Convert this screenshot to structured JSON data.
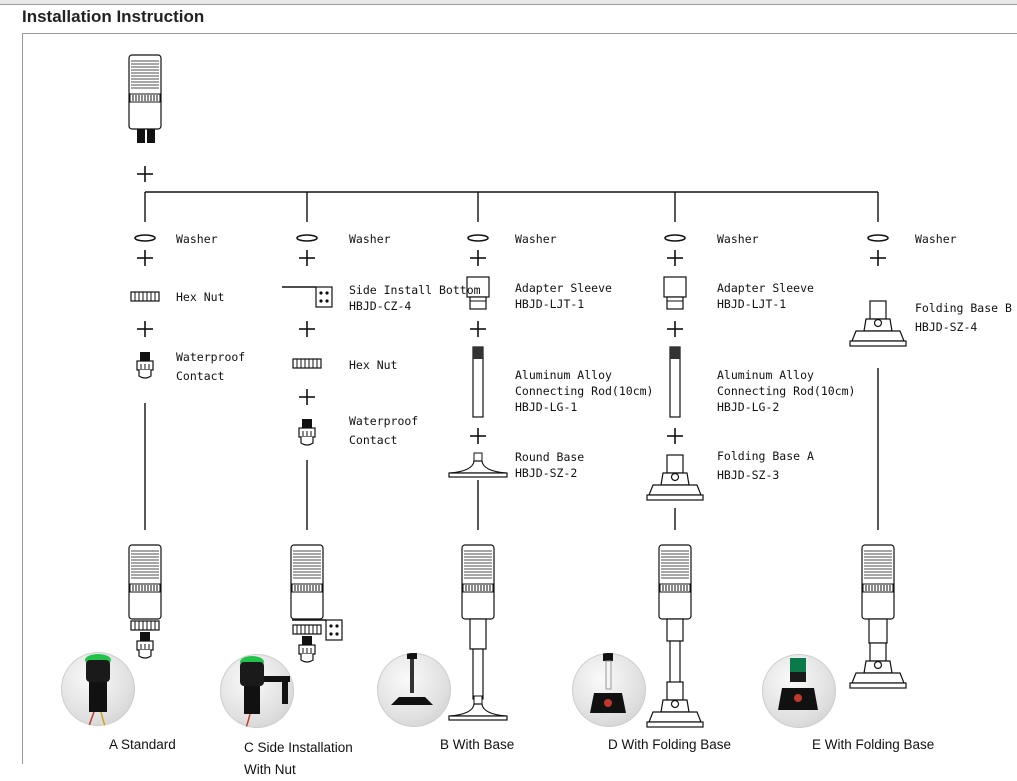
{
  "title": "Installation Instruction",
  "columns": [
    {
      "id": "a",
      "items": [
        {
          "text": "Washer"
        },
        {
          "text": "Hex Nut"
        },
        {
          "text": "Waterproof\nContact"
        }
      ],
      "caption": "A Standard"
    },
    {
      "id": "c",
      "items": [
        {
          "text": "Washer"
        },
        {
          "text": "Side Install Bottom\nHBJD-CZ-4"
        },
        {
          "text": "Hex Nut"
        },
        {
          "text": "Waterproof\nContact"
        }
      ],
      "caption": "C  Side Installation\nWith Nut"
    },
    {
      "id": "b",
      "items": [
        {
          "text": "Washer"
        },
        {
          "text": "Adapter Sleeve\nHBJD-LJT-1"
        },
        {
          "text": "Aluminum Alloy\nConnecting Rod(10cm)\nHBJD-LG-1"
        },
        {
          "text": "Round Base\nHBJD-SZ-2"
        }
      ],
      "caption": "B With Base"
    },
    {
      "id": "d",
      "items": [
        {
          "text": "Washer"
        },
        {
          "text": "Adapter Sleeve\nHBJD-LJT-1"
        },
        {
          "text": "Aluminum Alloy\nConnecting Rod(10cm)\nHBJD-LG-2"
        },
        {
          "text": "Folding Base A\nHBJD-SZ-3"
        }
      ],
      "caption": "D With Folding Base"
    },
    {
      "id": "e",
      "items": [
        {
          "text": "Washer"
        },
        {
          "text": "Folding Base B\nHBJD-SZ-4"
        }
      ],
      "caption": "E  With Folding Base"
    }
  ],
  "colors": {
    "line": "#111111",
    "light_green": "#22c34a",
    "photo_bg": "#e6e6e6"
  }
}
